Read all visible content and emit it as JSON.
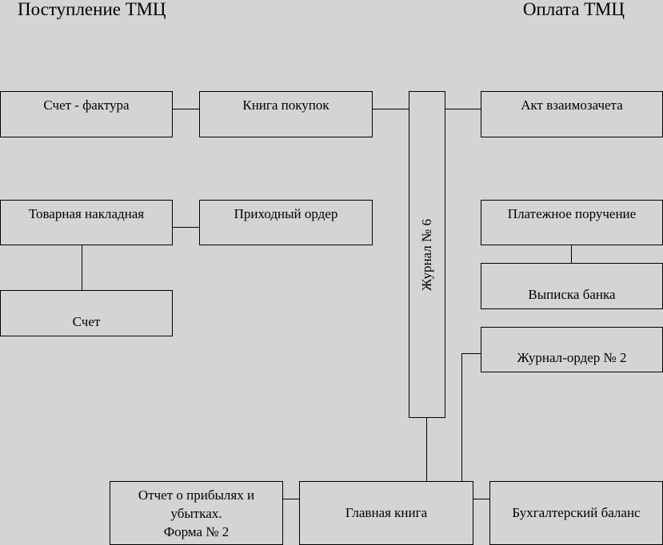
{
  "headings": {
    "left": "Поступление ТМЦ",
    "right": "Оплата ТМЦ"
  },
  "boxes": {
    "invoice": "Счет - фактура",
    "purchase_book": "Книга покупок",
    "offset_act": "Акт взаимозачета",
    "waybill": "Товарная накладная",
    "receipt_order": "Приходный ордер",
    "payment_order": "Платежное поручение",
    "bank_statement": "Выписка банка",
    "bill": "Счет",
    "journal_order_2": "Журнал-ордер № 2",
    "journal_6": "Журнал № 6",
    "report": {
      "line1": "Отчет о прибылях и",
      "line2": "убытках.",
      "line3": "Форма № 2"
    },
    "general_ledger": "Главная книга",
    "balance_sheet": "Бухгалтерский баланс"
  }
}
